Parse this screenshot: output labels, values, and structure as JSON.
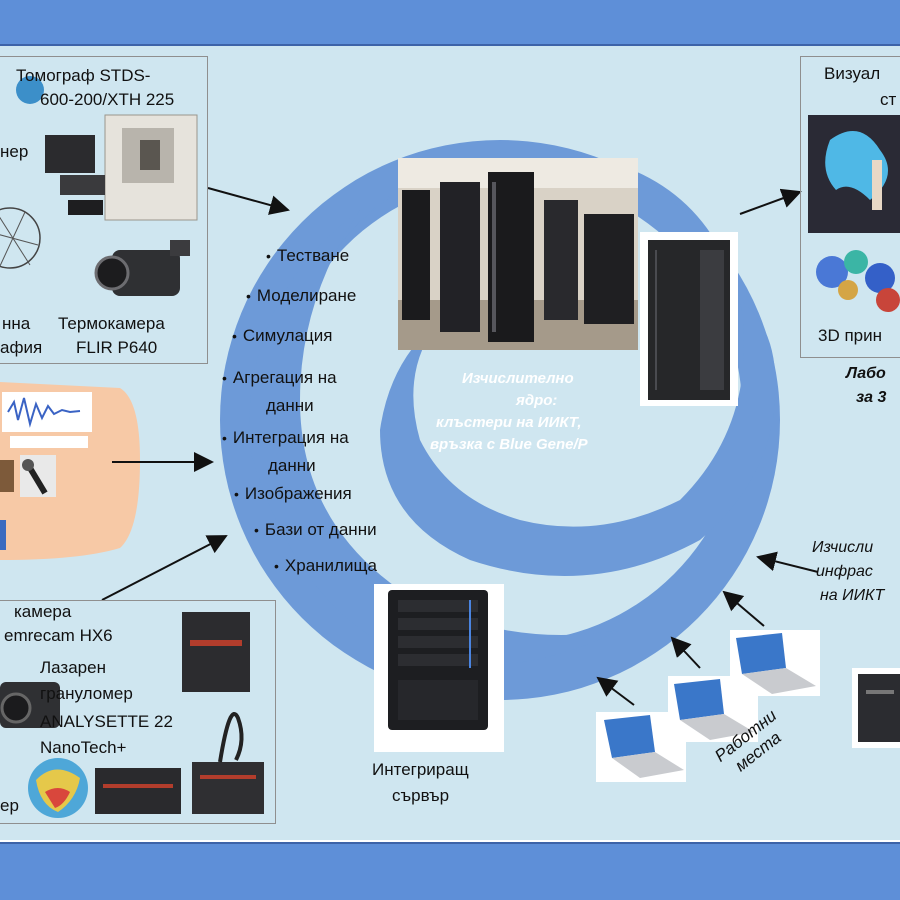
{
  "tomograph": {
    "line1": "Томограф STDS-",
    "line2": "600-200/XTH 225"
  },
  "scanner_partial": "нер",
  "tomography_partial": {
    "line1": "нна",
    "line2": "афия"
  },
  "thermocamera": {
    "line1": "Термокамера",
    "line2": "FLIR P640"
  },
  "processes": [
    "Тестване",
    "Моделиране",
    "Симулация",
    "Агрегация на",
    "данни",
    "Интеграция на",
    "данни",
    "Изображения",
    "Бази от данни",
    "Хранилища"
  ],
  "compute_core": {
    "line1": "Изчислително",
    "line2": "ядро:",
    "line3": "клъстери на ИИКТ,",
    "line4": "връзка с Blue Gene/P"
  },
  "visualization": {
    "line1": "Визуал",
    "line2": "ст"
  },
  "printer_3d": "3D прин",
  "lab": {
    "line1": "Лабо",
    "line2": "за 3"
  },
  "infrastructure": {
    "line1": "Изчисли",
    "line2": "инфрас",
    "line3": "на ИИКТ"
  },
  "camera": {
    "line1": "камера",
    "line2": "emrecam HX6"
  },
  "granulometer": {
    "line1": "Лазарен",
    "line2": "грануломер",
    "line3": "ANALYSETTE 22",
    "line4": "NanoTech+"
  },
  "meter_partial": "ер",
  "integrating_server": {
    "line1": "Интегриращ",
    "line2": "сървър"
  },
  "workplaces": {
    "line1": "Работни",
    "line2": "места"
  },
  "colors": {
    "band": "#5e8fd8",
    "background": "#cfe6f0",
    "spiral": "#6d9ad8",
    "peach": "#f7c9a6"
  }
}
